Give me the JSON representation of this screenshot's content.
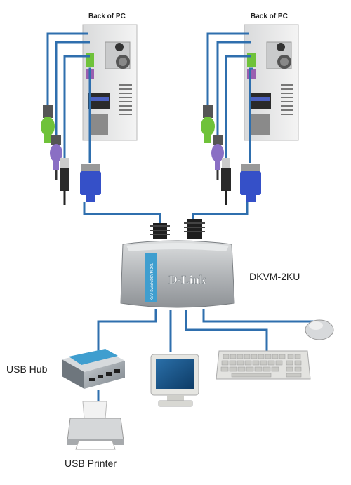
{
  "labels": {
    "pc_left": "Back of PC",
    "pc_right": "Back of PC",
    "kvm_model": "DKVM-2KU",
    "usb_hub": "USB Hub",
    "usb_printer": "USB Printer",
    "brand": "D-Link",
    "kvm_side_text": "KVM Switch DKVM-2KU"
  },
  "colors": {
    "cable": "#2f6fae",
    "ps2_keyboard": "#6fc23a",
    "ps2_mouse": "#8a6fc4",
    "vga": "#3550c8",
    "usb_plug": "#2a2a2a",
    "kvm_body": "#b9bcbf",
    "kvm_label": "#3f9ecf"
  }
}
